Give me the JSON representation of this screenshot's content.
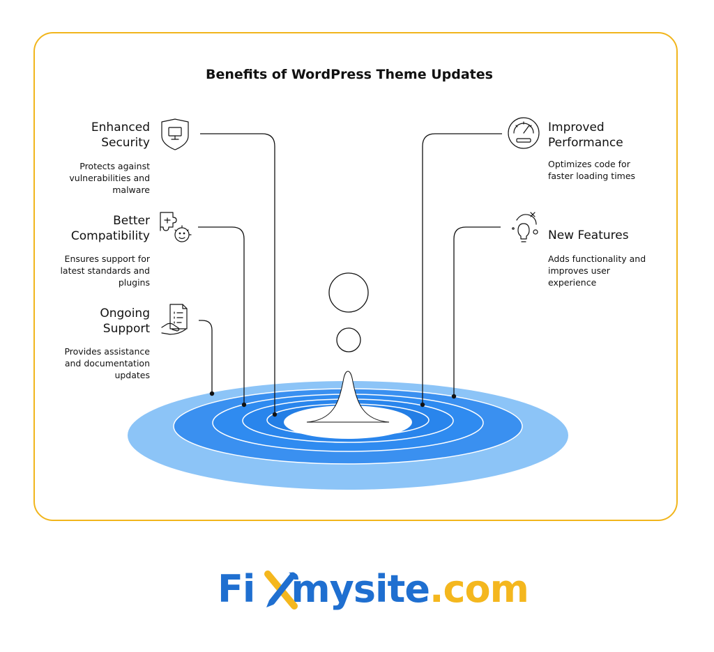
{
  "title": "Benefits of WordPress Theme Updates",
  "items": [
    {
      "title_line1": "Enhanced",
      "title_line2": "Security",
      "description": "Protects against vulnerabilities and malware",
      "desc_line1": "Protects against",
      "desc_line2": "vulnerabilities and",
      "desc_line3": "malware",
      "icon": "shield-monitor-icon"
    },
    {
      "title_line1": "Better",
      "title_line2": "Compatibility",
      "description": "Ensures support for latest standards and plugins",
      "desc_line1": "Ensures support for",
      "desc_line2": "latest standards and",
      "desc_line3": "plugins",
      "icon": "puzzle-gear-icon"
    },
    {
      "title_line1": "Ongoing",
      "title_line2": "Support",
      "description": "Provides assistance and documentation updates",
      "desc_line1": "Provides assistance",
      "desc_line2": "and documentation",
      "desc_line3": "updates",
      "icon": "hand-document-icon"
    },
    {
      "title_line1": "Improved",
      "title_line2": "Performance",
      "description": "Optimizes code for faster loading times",
      "desc_line1": "Optimizes code for",
      "desc_line2": "faster loading times",
      "icon": "speedometer-icon"
    },
    {
      "title_line1": "New Features",
      "description": "Adds functionality and improves user experience",
      "desc_line1": "Adds functionality and",
      "desc_line2": "improves user",
      "desc_line3": "experience",
      "icon": "lightbulb-icon"
    }
  ],
  "logo": {
    "part1": "Fi",
    "part2": "mysite",
    "part3": ".com"
  },
  "colors": {
    "border": "#f1b51c",
    "ripple_outer": "#8cc4f7",
    "ripple_inner": "#2f8bf0",
    "logo_blue": "#1f6fd0",
    "logo_gold": "#f4b71e"
  }
}
